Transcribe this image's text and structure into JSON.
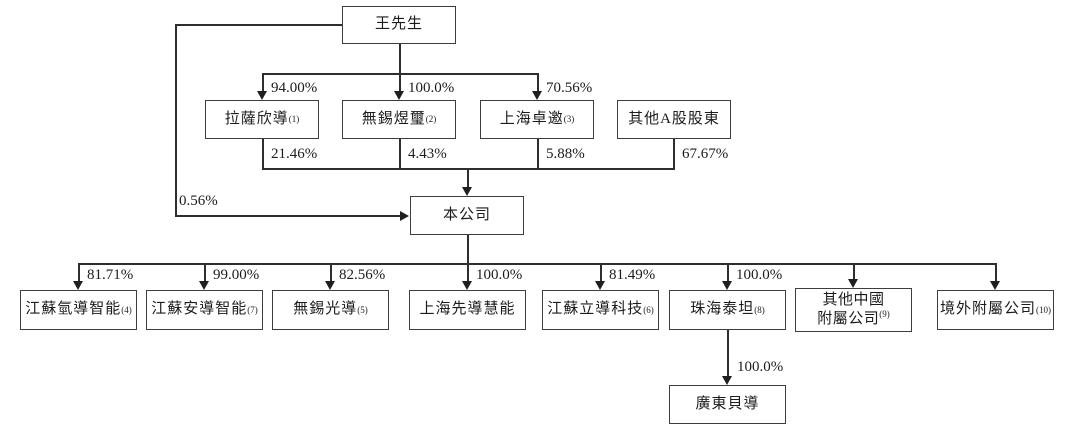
{
  "chart": {
    "type": "org-structure-diagram",
    "nodes": {
      "wang": {
        "label": "王先生",
        "note": ""
      },
      "lasa_xindao": {
        "label": "拉薩欣導",
        "note": "(1)"
      },
      "wuxi_yuxi": {
        "label": "無錫煜璽",
        "note": "(2)"
      },
      "shanghai_zhuoao": {
        "label": "上海卓邀",
        "note": "(3)"
      },
      "other_a_share_holders": {
        "label": "其他A股股東",
        "note": ""
      },
      "company": {
        "label": "本公司",
        "note": ""
      },
      "jiangsu_qingdao": {
        "label": "江蘇氫導智能",
        "note": "(4)"
      },
      "jiangsu_andao": {
        "label": "江蘇安導智能",
        "note": "(7)"
      },
      "wuxi_guangdao": {
        "label": "無錫光導",
        "note": "(5)"
      },
      "shanghai_xiandao": {
        "label": "上海先導慧能",
        "note": ""
      },
      "jiangsu_lidao": {
        "label": "江蘇立導科技",
        "note": "(6)"
      },
      "zhuhai_taitan": {
        "label": "珠海泰坦",
        "note": "(8)"
      },
      "other_china_subs": {
        "line1": "其他中國",
        "line2": "附屬公司",
        "note": "(9)"
      },
      "offshore_subs": {
        "label": "境外附屬公司",
        "note": "(10)"
      },
      "guangdong_beidao": {
        "label": "廣東貝導",
        "note": ""
      }
    },
    "edges": {
      "wang_to_lasa": "94.00%",
      "wang_to_wuxi_yuxi": "100.0%",
      "wang_to_shanghai_zhuoao": "70.56%",
      "lasa_to_company": "21.46%",
      "wuxi_yuxi_to_company": "4.43%",
      "shanghai_zhuoao_to_company": "5.88%",
      "other_a_to_company": "67.67%",
      "wang_to_company": "0.56%",
      "company_to_jiangsu_qingdao": "81.71%",
      "company_to_jiangsu_andao": "99.00%",
      "company_to_wuxi_guangdao": "82.56%",
      "company_to_shanghai_xiandao": "100.0%",
      "company_to_jiangsu_lidao": "81.49%",
      "company_to_zhuhai_taitan": "100.0%",
      "zhuhai_to_guangdong_beidao": "100.0%"
    }
  }
}
